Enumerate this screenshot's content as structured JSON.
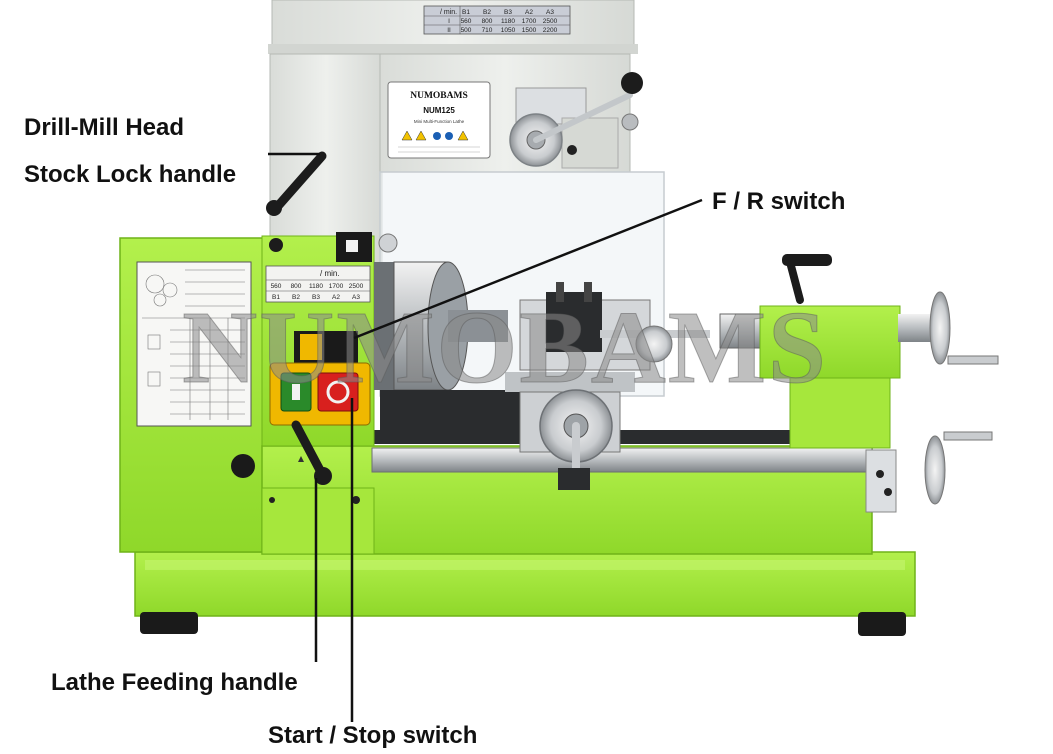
{
  "callouts": {
    "drill_mill_head": "Drill-Mill Head",
    "stock_lock_handle": "Stock Lock handle",
    "fr_switch": "F / R switch",
    "lathe_feeding_handle": "Lathe Feeding handle",
    "start_stop_switch": "Start / Stop switch"
  },
  "watermark": "NUMOBAMS",
  "nameplate": {
    "brand": "NUMOBAMS",
    "model": "NUM125",
    "subtitle": "Mini Multi-Function Lathe"
  },
  "speed_table_top": {
    "unit": "/ min.",
    "headers": [
      "B1",
      "B2",
      "B3",
      "A2",
      "A3"
    ],
    "row1_label": "I",
    "row1": [
      "560",
      "800",
      "1180",
      "1700",
      "2500"
    ],
    "row2_label": "II",
    "row2": [
      "500",
      "710",
      "1050",
      "1500",
      "2200"
    ]
  },
  "speed_table_side": {
    "unit": "/ min.",
    "values": [
      "560",
      "800",
      "1180",
      "1700",
      "2500"
    ],
    "labels": [
      "B1",
      "B2",
      "B3",
      "A2",
      "A3"
    ]
  },
  "colors": {
    "machine_green": "#9ee534",
    "machine_green_dark": "#7cc21c",
    "head_gray": "#e7e9e6",
    "start_button": "#2a8a2a",
    "stop_button": "#d8201e",
    "switch_box": "#f0b800"
  }
}
